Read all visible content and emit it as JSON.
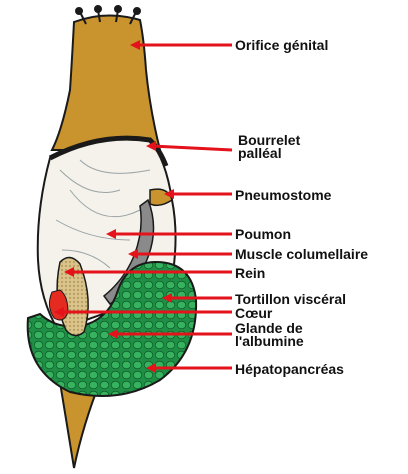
{
  "diagram": {
    "labels": [
      {
        "id": "orifice-genital",
        "lines": [
          "Orifice génital"
        ]
      },
      {
        "id": "bourrelet-palleal",
        "lines": [
          "Bourrelet",
          "palléal"
        ]
      },
      {
        "id": "pneumostome",
        "lines": [
          "Pneumostome"
        ]
      },
      {
        "id": "poumon",
        "lines": [
          "Poumon"
        ]
      },
      {
        "id": "muscle-columellaire",
        "lines": [
          "Muscle columellaire"
        ]
      },
      {
        "id": "rein",
        "lines": [
          "Rein"
        ]
      },
      {
        "id": "tortillon-visceral",
        "lines": [
          "Tortillon viscéral"
        ]
      },
      {
        "id": "coeur",
        "lines": [
          "Cœur"
        ]
      },
      {
        "id": "glande-albumine",
        "lines": [
          "Glande de",
          "l'albumine"
        ]
      },
      {
        "id": "hepatopancreas",
        "lines": [
          "Hépatopancréas"
        ]
      }
    ]
  },
  "colors": {
    "pointer": "#e3121b",
    "body": "#c9932e",
    "mantle": "#f4f2ea",
    "liver": "#1f8f45",
    "heart": "#e52a1f",
    "muscle": "#8a8a8a",
    "outline": "#1a1a1a"
  }
}
